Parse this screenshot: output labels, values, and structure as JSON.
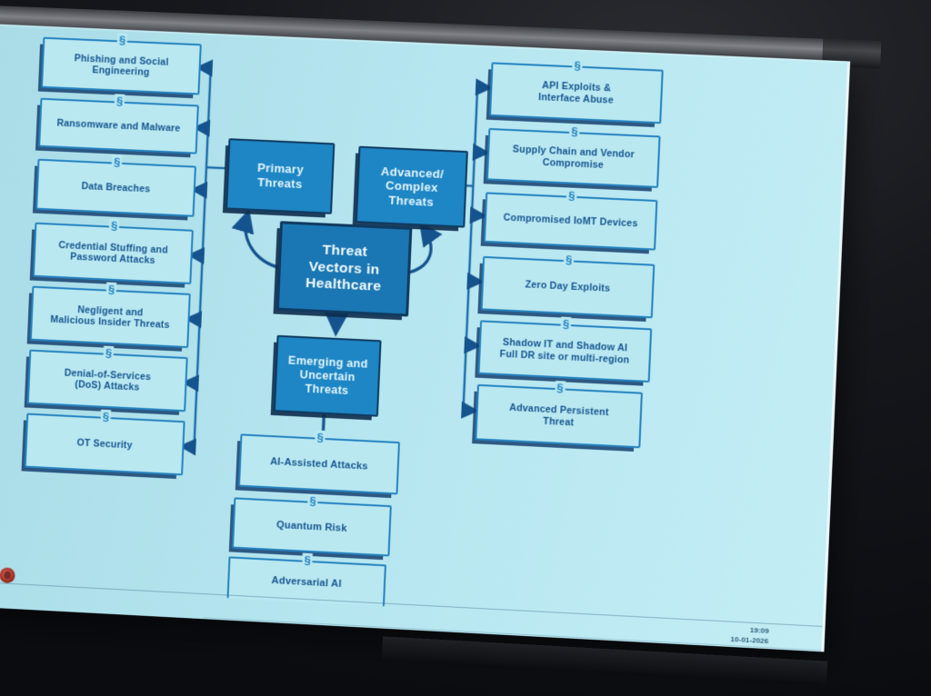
{
  "slide": {
    "title_box": "Threat\nVectors in\nHealthcare",
    "connector_glyph": "§",
    "primary": {
      "label": "Primary\nThreats",
      "items": [
        "Phishing and Social\nEngineering",
        "Ransomware and Malware",
        "Data Breaches",
        "Credential Stuffing and\nPassword Attacks",
        "Negligent and\nMalicious Insider Threats",
        "Denial-of-Services\n(DoS) Attacks",
        "OT Security"
      ]
    },
    "advanced": {
      "label": "Advanced/\nComplex\nThreats",
      "items": [
        "API Exploits &\nInterface Abuse",
        "Supply Chain and Vendor\nCompromise",
        "Compromised IoMT Devices",
        "Zero Day Exploits",
        "Shadow IT and Shadow AI\nFull DR site or multi-region",
        "Advanced Persistent\nThreat"
      ]
    },
    "emerging": {
      "label": "Emerging and\nUncertain\nThreats",
      "items": [
        "AI-Assisted Attacks",
        "Quantum Risk",
        "Adversarial AI"
      ]
    }
  },
  "taskbar": {
    "time": "19:09",
    "date": "10-01-2026"
  },
  "colors": {
    "screen_bg": "#b6e6f0",
    "box_border": "#2583c0",
    "box_text": "#16548f",
    "filled_box_bg": "#1e86c4",
    "filled_box_border": "#0f3a61",
    "filled_box_text": "#e2f5fd",
    "center_box_bg": "#1b77b3",
    "shadow_edge": "#15406e",
    "room_bg": "#16181d"
  }
}
